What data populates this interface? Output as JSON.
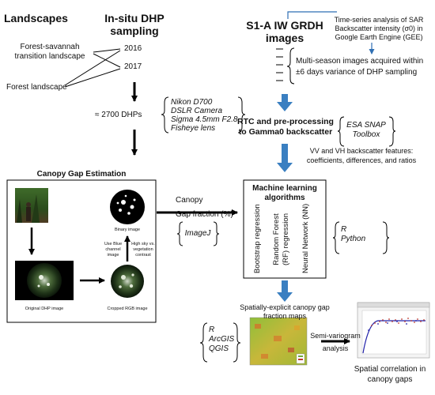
{
  "headers": {
    "landscapes": "Landscapes",
    "dhp_line1": "In-situ DHP",
    "dhp_line2": "sampling",
    "s1_line1": "S1-A IW GRDH",
    "s1_line2": "images"
  },
  "landscapes": {
    "savannah_line1": "Forest-savannah",
    "savannah_line2": "transition landscape",
    "forest": "Forest landscape"
  },
  "years": {
    "y2016": "2016",
    "y2017": "2017"
  },
  "dhp_count": "≈ 2700 DHPs",
  "camera": {
    "line1": "Nikon D700",
    "line2": "DSLR Camera",
    "line3": "Sigma 4.5mm F2.8",
    "line4": "Fisheye lens"
  },
  "gee_note": {
    "line1": "Time-series analysis of SAR",
    "line2": "Backscatter intensity (σ0) in",
    "line3": "Google Earth Engine (GEE)"
  },
  "multiseason": {
    "line1": "Multi-season images acquired within",
    "line2": "±6 days variance of DHP sampling"
  },
  "rtc": {
    "line1": "RTC and pre-processing",
    "line2": "to Gamma0 backscatter"
  },
  "snap": {
    "line1": "ESA SNAP",
    "line2": "Toolbox"
  },
  "features": {
    "line1": "VV and VH backscatter features:",
    "line2": "coefficients, differences, and ratios"
  },
  "canopy_gap": {
    "title": "Canopy Gap Estimation",
    "binary_image": "Binary image",
    "use_blue_line1": "Use Blue",
    "use_blue_line2": "channel",
    "use_blue_line3": "image",
    "high_sky_line1": "High sky vs.",
    "high_sky_line2": "vegetation",
    "high_sky_line3": "contrast",
    "original": "Original DHP image",
    "cropped": "Cropped RGB image"
  },
  "canopy_arrow": {
    "line1": "Canopy",
    "line2": "Gap fraction (%)"
  },
  "imagej": "ImageJ",
  "ml": {
    "title_line1": "Machine learning",
    "title_line2": "algorithms",
    "bootstrap": "Bootstrap regression",
    "rf_line1": "Random Forest",
    "rf_line2": "(RF) regression",
    "nn": "Neural Network (NN)"
  },
  "r_python": {
    "line1": "R",
    "line2": "Python"
  },
  "maps": {
    "line1": "Spatially-explicit canopy gap",
    "line2": "fraction maps"
  },
  "gis": {
    "line1": "R",
    "line2": "ArcGIS",
    "line3": "QGIS"
  },
  "semivariogram": {
    "line1": "Semi-variogram",
    "line2": "analysis"
  },
  "spatial_corr": {
    "line1": "Spatial correlation in",
    "line2": "canopy gaps"
  },
  "colors": {
    "blue_arrow": "#3a7fc1",
    "gee_line": "#2f6fb3",
    "map_green": "#6fa83a",
    "map_red": "#c0392b",
    "variogram_points": "#c0392b",
    "variogram_model": "#2222aa"
  }
}
